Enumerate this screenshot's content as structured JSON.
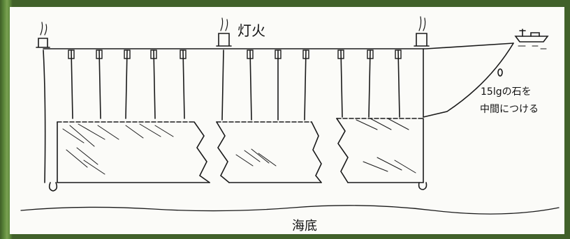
{
  "labels": {
    "light": "灯火",
    "stone_line1": "15lgの石を",
    "stone_line2": "中間につける",
    "seabed": "海底"
  },
  "colors": {
    "ink": "#1a1a1a",
    "paper": "#fbfbf8",
    "frame": "#5f8a3c"
  }
}
